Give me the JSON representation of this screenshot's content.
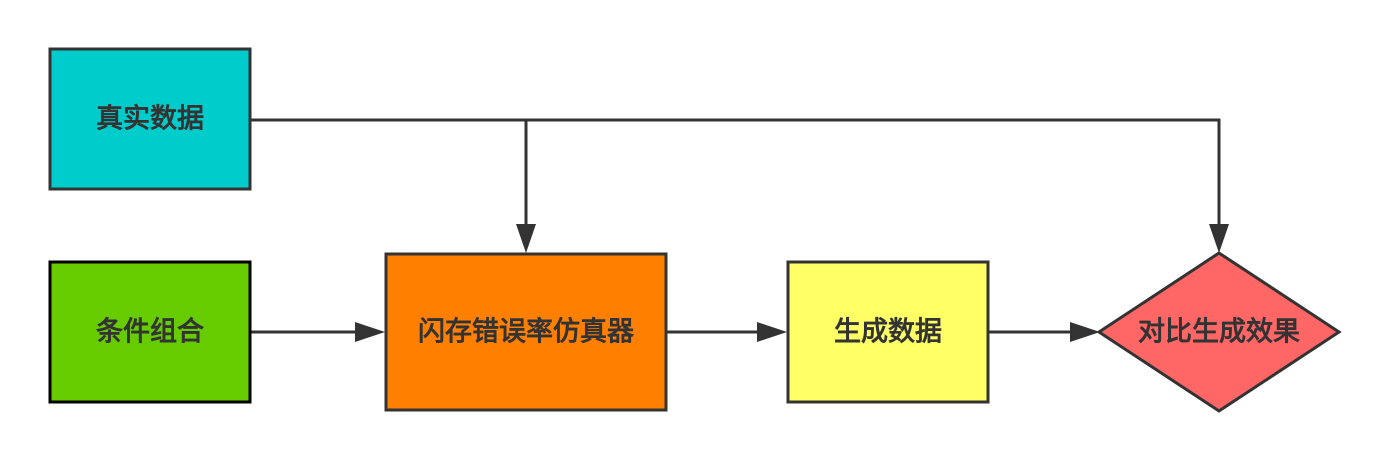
{
  "colors": {
    "real_data": "#00CCCC",
    "condition": "#66CC00",
    "simulator": "#FF8000",
    "generated": "#FFFF66",
    "compare": "#FF6666",
    "stroke": "#333333"
  },
  "nodes": {
    "real_data": {
      "label": "真实数据"
    },
    "condition_combo": {
      "label": "条件组合"
    },
    "simulator": {
      "label": "闪存错误率仿真器"
    },
    "generated_data": {
      "label": "生成数据"
    },
    "compare_effect": {
      "label": "对比生成效果"
    }
  }
}
